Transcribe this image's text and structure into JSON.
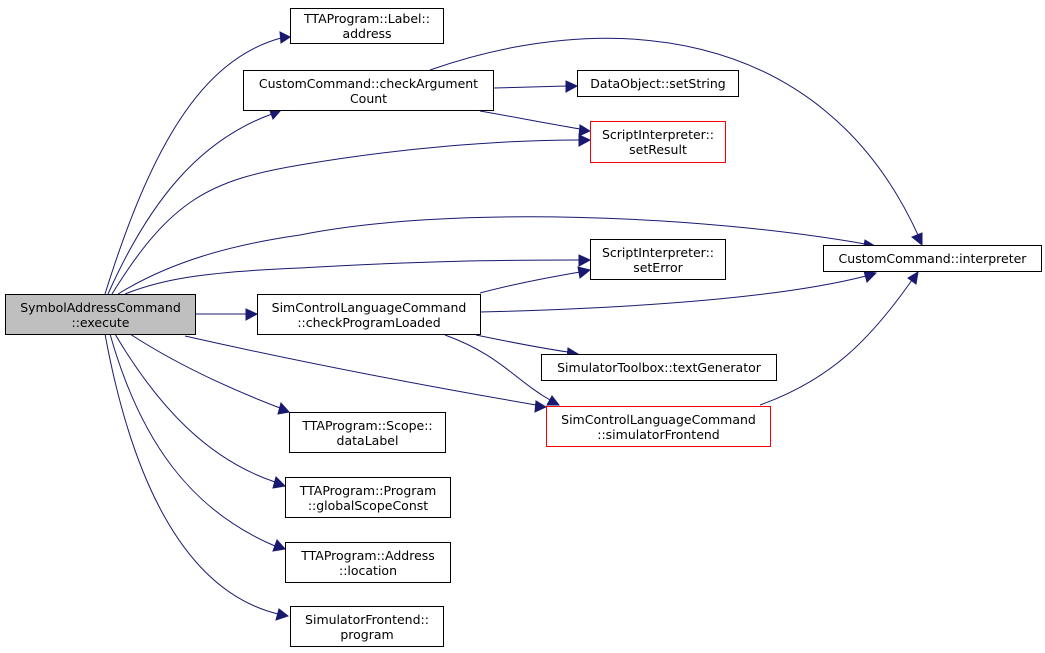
{
  "colors": {
    "edge": "#191970",
    "focus_fill": "#bfbfbf",
    "border": "#000000",
    "highlight_border": "#ff0000"
  },
  "nodes": {
    "symbol_address_execute": {
      "line1": "SymbolAddressCommand",
      "line2": "::execute"
    },
    "label_address": {
      "line1": "TTAProgram::Label::",
      "line2": "address"
    },
    "check_argument_count": {
      "line1": "CustomCommand::checkArgument",
      "line2": "Count"
    },
    "data_object_set_string": {
      "line1": "DataObject::setString",
      "line2": ""
    },
    "script_set_result": {
      "line1": "ScriptInterpreter::",
      "line2": "setResult"
    },
    "custom_command_interpreter": {
      "line1": "CustomCommand::interpreter",
      "line2": ""
    },
    "script_set_error": {
      "line1": "ScriptInterpreter::",
      "line2": "setError"
    },
    "check_program_loaded": {
      "line1": "SimControlLanguageCommand",
      "line2": "::checkProgramLoaded"
    },
    "text_generator": {
      "line1": "SimulatorToolbox::textGenerator",
      "line2": ""
    },
    "simulator_frontend": {
      "line1": "SimControlLanguageCommand",
      "line2": "::simulatorFrontend"
    },
    "scope_data_label": {
      "line1": "TTAProgram::Scope::",
      "line2": "dataLabel"
    },
    "program_global_scope": {
      "line1": "TTAProgram::Program",
      "line2": "::globalScopeConst"
    },
    "address_location": {
      "line1": "TTAProgram::Address",
      "line2": "::location"
    },
    "frontend_program": {
      "line1": "SimulatorFrontend::",
      "line2": "program"
    }
  }
}
